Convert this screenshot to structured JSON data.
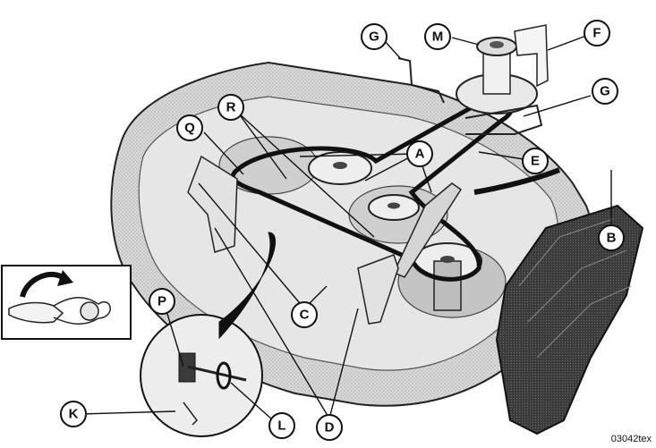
{
  "figure_code": "03042tex",
  "callouts": [
    {
      "id": "G1",
      "label": "G"
    },
    {
      "id": "M",
      "label": "M"
    },
    {
      "id": "F",
      "label": "F"
    },
    {
      "id": "G2",
      "label": "G"
    },
    {
      "id": "R",
      "label": "R"
    },
    {
      "id": "Q",
      "label": "Q"
    },
    {
      "id": "A",
      "label": "A"
    },
    {
      "id": "E",
      "label": "E"
    },
    {
      "id": "B",
      "label": "B"
    },
    {
      "id": "C",
      "label": "C"
    },
    {
      "id": "P",
      "label": "P"
    },
    {
      "id": "K",
      "label": "K"
    },
    {
      "id": "L",
      "label": "L"
    },
    {
      "id": "D",
      "label": "D"
    }
  ]
}
